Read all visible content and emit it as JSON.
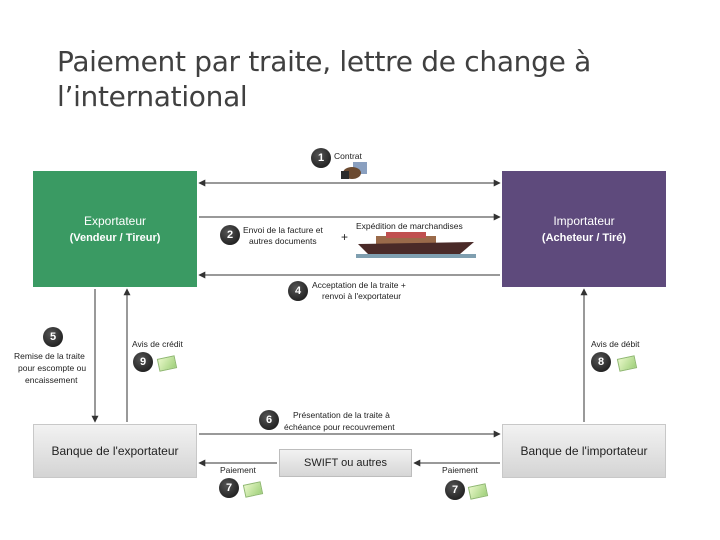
{
  "title": "Paiement par traite, lettre de change à l’international",
  "exporter": {
    "line1": "Exportateur",
    "line2": "(Vendeur / Tireur)"
  },
  "importer": {
    "line1": "Importateur",
    "line2": "(Acheteur / Tiré)"
  },
  "bank_exporter": "Banque de l'exportateur",
  "bank_importer": "Banque de l'importateur",
  "swift": "SWIFT ou autres",
  "steps": {
    "s1": {
      "num": "1",
      "label": "Contrat"
    },
    "s2": {
      "num": "2",
      "label1": "Envoi de la facture et",
      "label2": "autres documents",
      "plus": "+",
      "label3": "Expédition de marchandises"
    },
    "s4": {
      "num": "4",
      "label1": "Acceptation de la traite +",
      "label2": "renvoi à l'exportateur"
    },
    "s5": {
      "num": "5",
      "label1": "Remise de la traite",
      "label2": "pour escompte ou",
      "label3": "encaissement"
    },
    "s6": {
      "num": "6",
      "label1": "Présentation de la traite à",
      "label2": "échéance pour recouvrement"
    },
    "s7a": {
      "num": "7",
      "label": "Paiement"
    },
    "s7b": {
      "num": "7",
      "label": "Paiement"
    },
    "s8": {
      "num": "8",
      "label": "Avis de débit"
    },
    "s9": {
      "num": "9",
      "label": "Avis de crédit"
    }
  },
  "colors": {
    "exporter": "#3a9a63",
    "importer": "#5e4a7c",
    "badge": "#1a1a1a",
    "arrow": "#333333"
  }
}
